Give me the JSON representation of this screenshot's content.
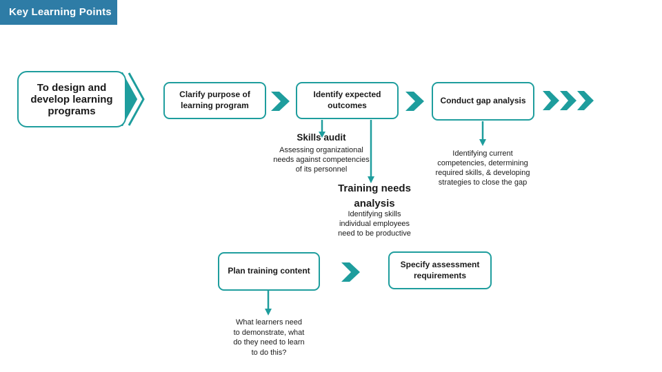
{
  "colors": {
    "teal": "#1E9D9D",
    "header_blue": "#2E7CA6",
    "text": "#1A1A1A"
  },
  "header": {
    "label": "Key Learning Points"
  },
  "lead_box": {
    "label": "To design and develop learning programs"
  },
  "flow": {
    "row1": [
      {
        "label": "Clarify purpose of learning program"
      },
      {
        "label": "Identify expected outcomes"
      },
      {
        "label": "Conduct gap analysis"
      }
    ],
    "row2": [
      {
        "label": "Plan training content"
      },
      {
        "label": "Specify assessment requirements"
      }
    ]
  },
  "notes": {
    "skills_audit": {
      "title": "Skills audit",
      "desc": "Assessing organizational needs against competencies of its personnel"
    },
    "training_needs": {
      "title": "Training needs analysis",
      "desc": "Identifying skills individual employees need to be productive"
    },
    "gap_analysis": {
      "desc": "Identifying current competencies, determining required skills, & developing strategies to close the gap"
    },
    "plan_content": {
      "desc": "What learners need to demonstrate, what do they need to learn to do this?"
    }
  }
}
